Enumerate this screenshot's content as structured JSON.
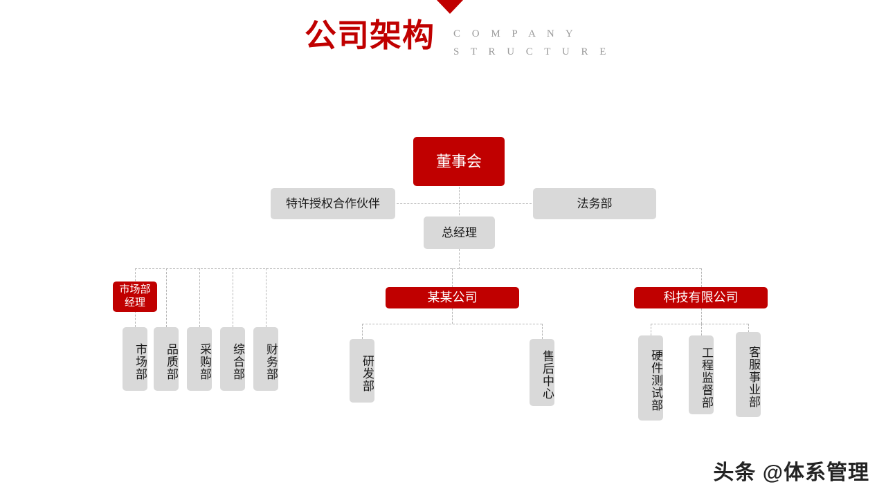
{
  "header": {
    "title_zh": "公司架构",
    "title_en_line1": "C O M P A N Y",
    "title_en_line2": "S T R U C T U R E",
    "accent_color": "#C00000",
    "chevron_icon": "chevron-down-icon"
  },
  "colors": {
    "red": "#C00000",
    "gray": "#D9D9D9",
    "line": "#b5b5b5",
    "text_dark": "#1a1a1a",
    "text_light": "#ffffff"
  },
  "org": {
    "board": "董事会",
    "partner": "特许授权合作伙伴",
    "legal": "法务部",
    "general_manager": "总经理",
    "branch_left": {
      "head": "市场部\n经理",
      "head_line1": "市场部",
      "head_line2": "经理",
      "departments": [
        "市场部",
        "品质部",
        "采购部",
        "综合部",
        "财务部"
      ]
    },
    "branch_middle": {
      "head": "某某公司",
      "departments": [
        "研发部",
        "售后中心"
      ]
    },
    "branch_right": {
      "head": "科技有限公司",
      "departments": [
        "硬件测试部",
        "工程监督部",
        "客服事业部"
      ]
    }
  },
  "watermark": {
    "text": "头条 @体系管理"
  }
}
